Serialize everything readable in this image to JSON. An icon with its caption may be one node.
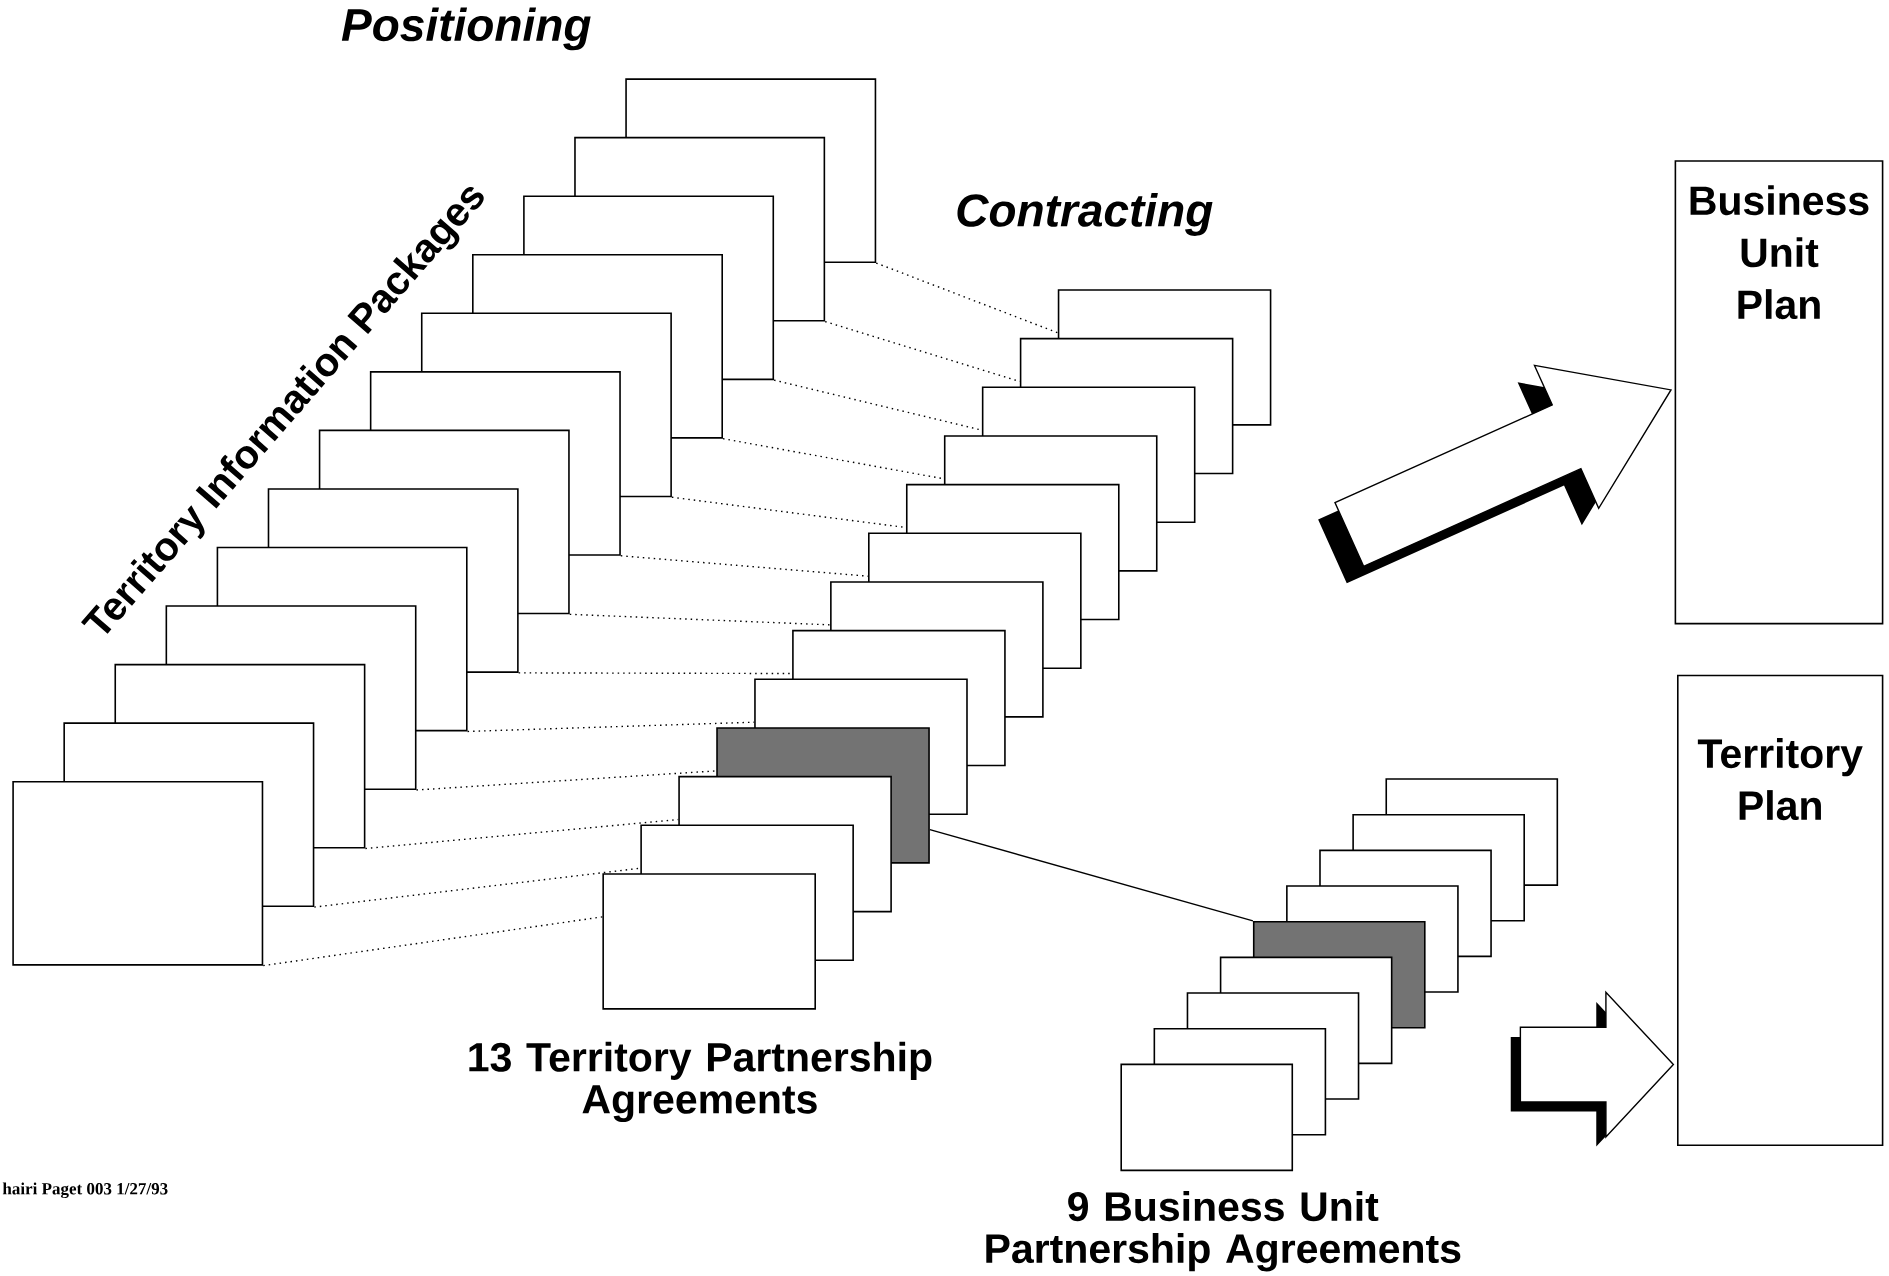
{
  "diagram": {
    "nodes": [
      {
        "text": [],
        "shape": "box"
      },
      {
        "text": [],
        "shape": "box"
      },
      {
        "text": [],
        "shape": "box"
      },
      {
        "text": [],
        "shape": "box"
      },
      {
        "text": [],
        "shape": "box"
      },
      {
        "text": [],
        "shape": "box"
      },
      {
        "text": [],
        "shape": "box"
      },
      {
        "text": [],
        "shape": "box"
      },
      {
        "text": [],
        "shape": "box"
      },
      {
        "text": [],
        "shape": "box"
      },
      {
        "text": [],
        "shape": "box"
      },
      {
        "text": [],
        "shape": "box"
      },
      {
        "text": [],
        "shape": "box"
      },
      {
        "text": [],
        "shape": "box"
      },
      {
        "text": [],
        "shape": "box"
      },
      {
        "text": [],
        "shape": "box"
      },
      {
        "text": [],
        "shape": "box"
      },
      {
        "text": [],
        "shape": "box"
      },
      {
        "text": [],
        "shape": "box"
      },
      {
        "text": [],
        "shape": "box"
      },
      {
        "text": [],
        "shape": "box"
      },
      {
        "text": [],
        "shape": "box"
      },
      {
        "text": [],
        "shape": "box"
      },
      {
        "text": [],
        "shape": "box"
      },
      {
        "text": [],
        "shape": "box"
      },
      {
        "text": [],
        "shape": "box"
      },
      {
        "text": [],
        "shape": "box"
      },
      {
        "text": [],
        "shape": "box"
      },
      {
        "text": [],
        "shape": "box"
      },
      {
        "text": [],
        "shape": "box"
      },
      {
        "text": [],
        "shape": "box"
      },
      {
        "text": [],
        "shape": "box"
      },
      {
        "text": [],
        "shape": "box"
      },
      {
        "text": [],
        "shape": "box"
      },
      {
        "text": [],
        "shape": "box"
      },
      {
        "text": [
          "Business Unit Plan"
        ]
      },
      {
        "text": [
          "Territory Plan"
        ]
      }
    ],
    "edges": [
      {
        "from": 0,
        "to": 13,
        "arrow": "none",
        "style": "dashed"
      },
      {
        "from": 1,
        "to": 14,
        "arrow": "none",
        "style": "dashed"
      },
      {
        "from": 2,
        "to": 15,
        "arrow": "none",
        "style": "dashed"
      },
      {
        "from": 3,
        "to": 16,
        "arrow": "none",
        "style": "dashed"
      },
      {
        "from": 4,
        "to": 17,
        "arrow": "none",
        "style": "dashed"
      },
      {
        "from": 5,
        "to": 18,
        "arrow": "none",
        "style": "dashed"
      },
      {
        "from": 6,
        "to": 19,
        "arrow": "none",
        "style": "dashed"
      },
      {
        "from": 7,
        "to": 20,
        "arrow": "none",
        "style": "dashed"
      },
      {
        "from": 8,
        "to": 21,
        "arrow": "none",
        "style": "dashed"
      },
      {
        "from": 9,
        "to": 22,
        "arrow": "none",
        "style": "dashed"
      },
      {
        "from": 10,
        "to": 23,
        "arrow": "none",
        "style": "dashed"
      },
      {
        "from": 11,
        "to": 24,
        "arrow": "none",
        "style": "dashed"
      },
      {
        "from": 12,
        "to": 25,
        "arrow": "none",
        "style": "dashed"
      },
      {
        "from": 22,
        "to": 30,
        "arrow": "none"
      },
      {
        "from": null,
        "to": 35,
        "arrow": "to"
      },
      {
        "from": null,
        "to": 36,
        "arrow": "to"
      }
    ],
    "labels": [
      "Positioning",
      "Contracting",
      "Territory Information Packages",
      "13 Territory Partnership Agreements",
      "hairi Paget 003 1/27/93",
      "9 Business Unit Partnership Agreements"
    ]
  }
}
